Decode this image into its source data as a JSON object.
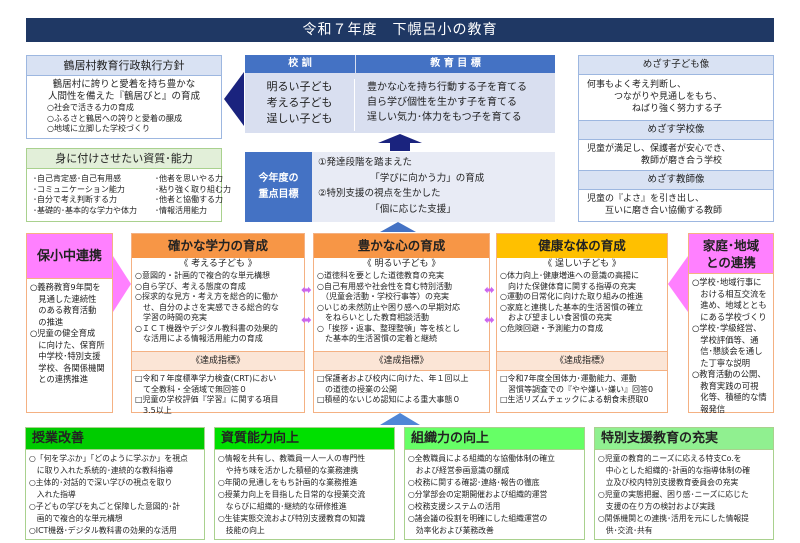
{
  "title": "令和７年度　下幌呂小の教育",
  "policy": {
    "header": "鶴居村教育行政執行方針",
    "main": "鶴居村に誇りと愛着を持ち豊かな\n人間性を備えた『鶴居びと』の育成",
    "items": "○社会で活きる力の育成\n○ふるさと鶴居への誇りと愛着の醸成\n○地域に立脚した学校づくり"
  },
  "skills": {
    "header": "身に付けさせたい資質･能力",
    "left": "･自己肯定感･自己有用感\n･コミュニケーション能力\n･自分で考え判断する力\n･基礎的･基本的な学力や体力",
    "right": "･他者を思いやる力\n･粘り強く取り組む力\n･他者と協働する力\n･情報活用能力"
  },
  "motto": {
    "header_left": "校 訓",
    "header_right": "教 育 目 標",
    "left": "明るい子ども\n考える子ども\n逞しい子ども",
    "right": "豊かな心を持ち行動する子を育てる\n自ら学び個性を生かす子を育てる\n逞しい気力･体力をもつ子を育てる"
  },
  "focus": {
    "label": "今年度の\n重点目標",
    "text": "①発達段階を踏まえた\n　　　　　　「学びに向かう力」の育成\n②特別支援の視点を生かした\n　　　　　　「個に応じた支援」"
  },
  "aims": [
    {
      "header": "めざす子ども像",
      "text": "何事もよく考え判断し、\n　　　つながりや見通しをもち、\n　　　　　ねばり強く努力する子"
    },
    {
      "header": "めざす学校像",
      "text": "児童が満足し、保護者が安心でき、\n　　　　　　教師が磨き合う学校"
    },
    {
      "header": "めざす教師像",
      "text": "児童の『よさ』を引き出し、\n　　互いに磨き合い協働する教師"
    }
  ],
  "renkei": {
    "header": "保小中連携",
    "text": "○義務教育9年間を\n　見通した連続性\n　のある教育活動\n　の推進\n○児童の健全育成\n　に向けた、保育所\n　中学校･特別支援\n　学校、各関係機関\n　との連携推進"
  },
  "family": {
    "header": "家庭･地域\nとの連携",
    "text": "○学校･地域行事に\n　おける相互交流を\n　進め、地域ととも\n　にある学校づくり\n○学校･学級経営、\n　学校評価等、通\n　信･懇談会を通し\n　た丁寧な説明\n○教育活動の公開、\n　教育実践の可視\n　化等、積極的な情\n　報発信"
  },
  "cols": [
    {
      "header": "確かな学力の育成",
      "sub": "《 考える子ども 》",
      "items": "○意図的・計画的で複合的な単元構想\n○自ら学び、考える態度の育成\n○探求的な見方・考え方を総合的に働か\n　せ、自分のよさを実感できる総合的な\n　学習の時間の充実\n○ＩＣＴ機器やデジタル教科書の効果的\n　な活用による情報活用能力の育成",
      "ind_label": "《達成指標》",
      "ind": "□令和７年度標準学力検査(CRT)におい\n　て全教科・全領域で無回答０\n□児童の学校評価『学習』に関する項目\n　3.5以上"
    },
    {
      "header": "豊かな心の育成",
      "sub": "《 明るい子ども 》",
      "items": "○道徳科を要とした道徳教育の充実\n○自己有用感や社会性を育む特別活動\n　（児童会活動・学校行事等）の充実\n○いじめ未然防止や困り感への早期対応\n　をねらいとした教育相談活動\n○「挨拶・返事、整理整頓」等を核とし\n　た基本的生活習慣の定着と継続",
      "ind_label": "《達成指標》",
      "ind": "□保護者および校内に向けた、年１回以上\n　の道徳の授業の公開\n□積極的ないじめ認知による重大事態０"
    },
    {
      "header": "健康な体の育成",
      "sub": "《 逞しい子ども 》",
      "items": "○体力向上･健康増進への意識の高揚に\n　向けた保健体育に関する指導の充実\n○運動の日常化に向けた取り組みの推進\n○家庭と連携した基本的生活習慣の確立\n　および望ましい食習慣の充実\n○危険回避・予測能力の育成",
      "ind_label": "《達成指標》",
      "ind": "□令和7年度全国体力･運動能力、運動\n　習慣等調査での『やや嫌い･嫌い』回答0\n□生活リズムチェックによる朝食未摂取0"
    }
  ],
  "bottom": [
    {
      "header": "授業改善",
      "text": "○「何を学ぶか」「どのように学ぶか」を視点\n　に取り入れた系統的･連続的な教科指導\n○主体的･対話的で深い学びの視点を取り\n　入れた指導\n○子どもの学びを丸ごと保障した意図的･計\n　画的で複合的な単元構想\n○ICT機器･デジタル教科書の効果的な活用"
    },
    {
      "header": "資質能力向上",
      "text": "○情報を共有し、教職員一人一人の専門性\n　や持ち味を活かした積極的な業務連携\n○年間の見通しをもち計画的な業務推進\n○授業力向上を目指した日常的な授業交流\n　ならびに組織的･継続的な研修推進\n○生徒実態交流および特別支援教育の知識\n　技能の向上"
    },
    {
      "header": "組織力の向上",
      "text": "○全教職員による組織的な協働体制の確立\n　および経営参画意識の醸成\n○校務に関する確認･連絡･報告の徹底\n○分掌部会の定期開催および組織的運営\n○校務支援システムの活用\n○諸会議の役割を明確にした組織運営の\n　効率化および業務改善"
    },
    {
      "header": "特別支援教育の充実",
      "text": "○児童の教育的ニーズに応える特支Co.を\n　中心とした組織的･計画的な指導体制の確\n　立及び校内特別支援教育委員会の充実\n○児童の実態把握、困り感･ニーズに応じた\n　支援の在り方の検討および実践\n○関係機関との連携･活用を元にした情報提\n　供･交流･共有"
    }
  ],
  "colors": {
    "navy": "#1f3864",
    "blue": "#4472c4",
    "orange": "#f79646",
    "gold": "#ffc000",
    "pink": "#ff80ff",
    "green": "#00cc00",
    "lightgreen": "#66ff66"
  }
}
